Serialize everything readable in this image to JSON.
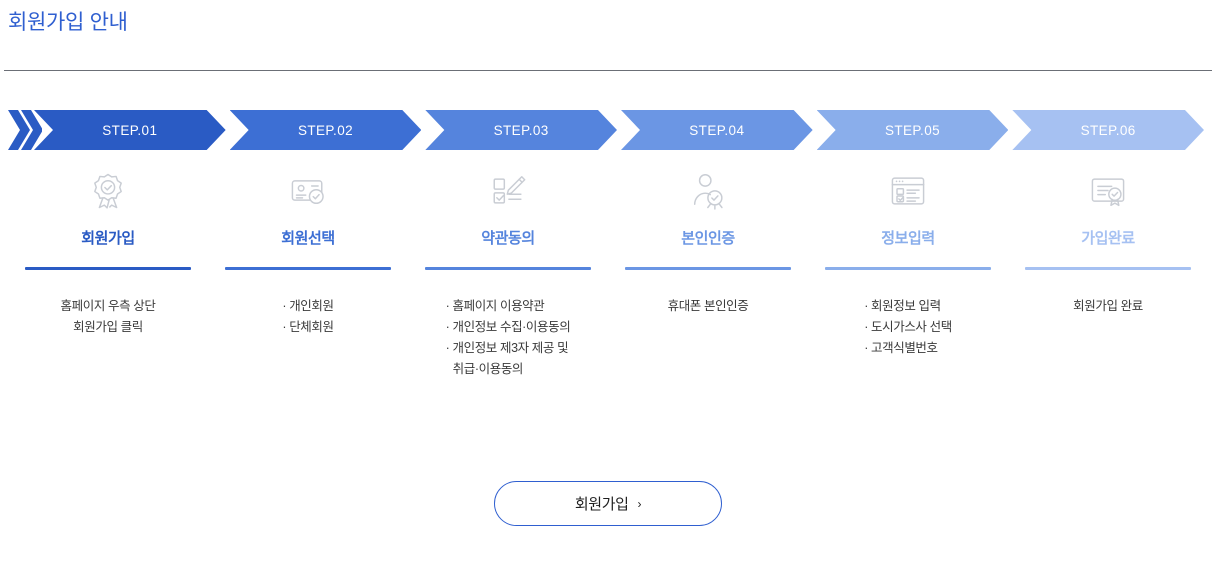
{
  "page": {
    "title": "회원가입 안내"
  },
  "colors": {
    "title": "#2f5fd0",
    "rule": "#6b6f76",
    "step_fills": [
      "#2a5bc4",
      "#3d6fd4",
      "#5584dd",
      "#6b96e4",
      "#8aaeeb",
      "#a6c1f2"
    ],
    "label_colors": [
      "#2a5bc4",
      "#3d6fd4",
      "#5584dd",
      "#6b96e4",
      "#8aaeeb",
      "#a6c1f2"
    ],
    "divider_colors": [
      "#2a5bc4",
      "#3d6fd4",
      "#5584dd",
      "#6b96e4",
      "#8aaeeb",
      "#a6c1f2"
    ],
    "icon_stroke": "#c9cdd4",
    "cta_border": "#2f5fd0",
    "body_text": "#3a3a3a"
  },
  "steps": [
    {
      "badge": "STEP.01",
      "icon": "award-ribbon-check-icon",
      "label": "회원가입",
      "desc_style": "centered",
      "desc": [
        "홈페이지 우측 상단",
        "회원가입 클릭"
      ]
    },
    {
      "badge": "STEP.02",
      "icon": "id-card-check-icon",
      "label": "회원선택",
      "desc_style": "listed",
      "desc": [
        "· 개인회원",
        "· 단체회원"
      ]
    },
    {
      "badge": "STEP.03",
      "icon": "checklist-pen-icon",
      "label": "약관동의",
      "desc_style": "listed",
      "desc": [
        "· 홈페이지 이용약관",
        "· 개인정보 수집·이용동의",
        "· 개인정보 제3자 제공 및",
        "취급·이용동의"
      ]
    },
    {
      "badge": "STEP.04",
      "icon": "person-verified-icon",
      "label": "본인인증",
      "desc_style": "centered",
      "desc": [
        "휴대폰 본인인증"
      ]
    },
    {
      "badge": "STEP.05",
      "icon": "browser-form-icon",
      "label": "정보입력",
      "desc_style": "listed",
      "desc": [
        "· 회원정보 입력",
        "· 도시가스사 선택",
        "· 고객식별번호"
      ]
    },
    {
      "badge": "STEP.06",
      "icon": "certificate-seal-icon",
      "label": "가입완료",
      "desc_style": "centered",
      "desc": [
        "회원가입 완료"
      ]
    }
  ],
  "cta": {
    "label": "회원가입",
    "chevron": "›"
  }
}
